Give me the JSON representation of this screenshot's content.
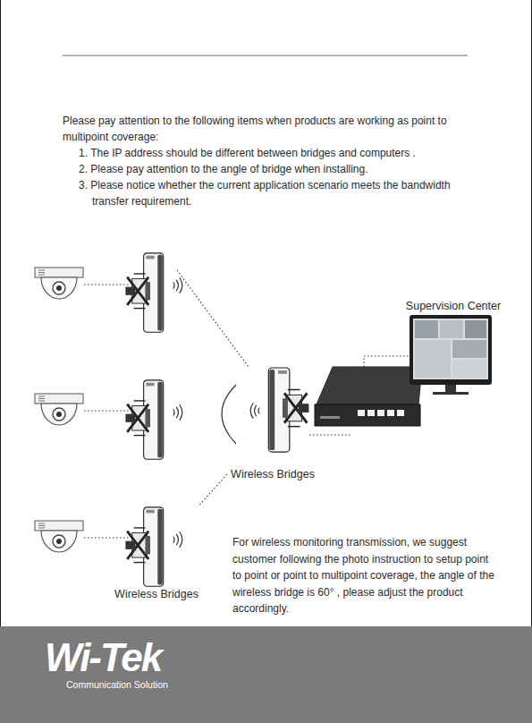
{
  "diagram": {
    "nodes": [
      {
        "text": [
          "Supervision Center"
        ]
      },
      {
        "text": [
          "Wireless Bridges"
        ]
      },
      {
        "text": [
          "Wireless Bridges"
        ]
      },
      {
        "text": [
          "Wi-Tek",
          "Communication Solution"
        ]
      }
    ],
    "edges": [
      {
        "from": 2,
        "to": 1,
        "arrow": "none"
      }
    ],
    "labels": [
      "Please pay attention to the following items when products are working as point to multipoint coverage:",
      "1. The IP address should be different between bridges and computers .",
      "2. Please pay attention to the angle of bridge when installing.",
      "3. Please notice whether the current application scenario meets the bandwidth transfer requirement.",
      "For wireless monitoring transmission, we suggest customer following the photo instruction to setup point to point or point to multipoint coverage, the angle of the wireless bridge is 60° , please adjust the product accordingly."
    ]
  }
}
